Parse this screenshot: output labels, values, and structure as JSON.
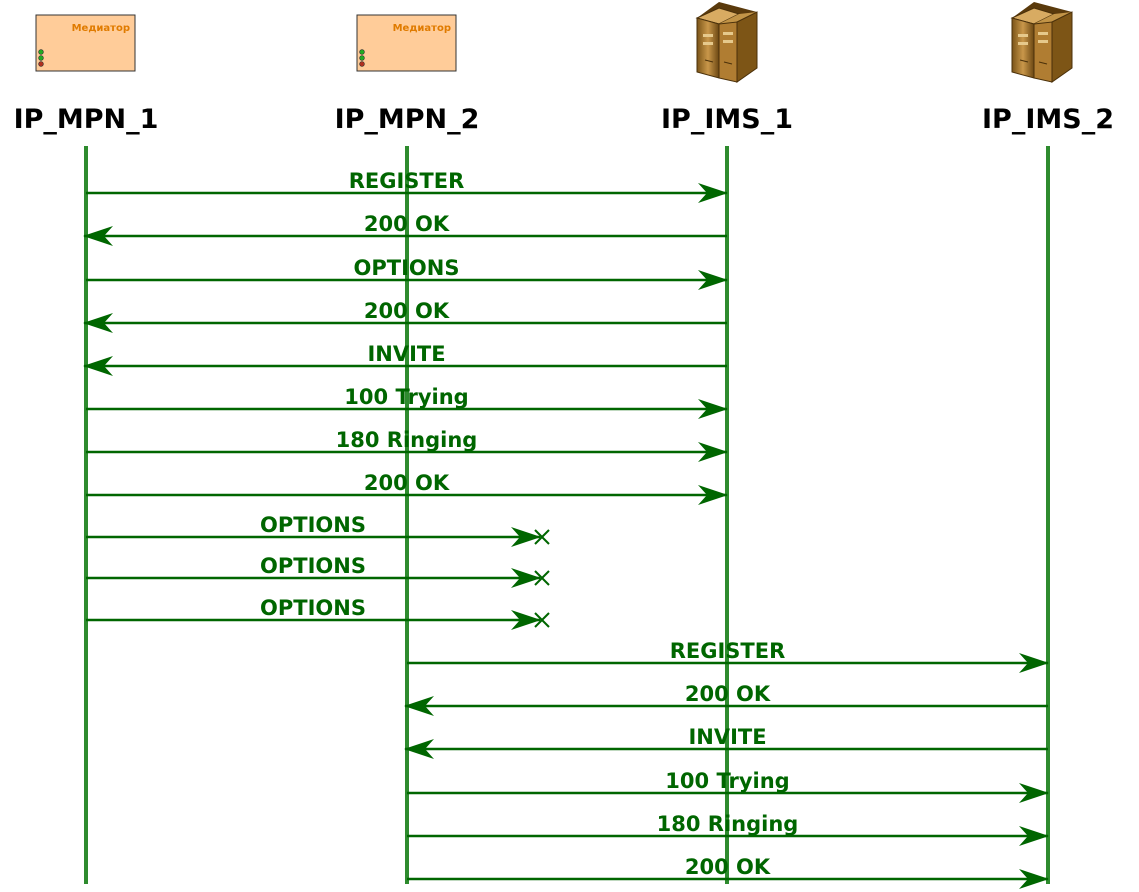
{
  "colors": {
    "lifeline": "#2e8b2e",
    "message": "#006600",
    "mediator_fill": "#ffcc99",
    "mediator_text": "#e07b00",
    "server_body": "#a0742c"
  },
  "participants": [
    {
      "id": "p1",
      "name": "IP_MPN_1",
      "icon": "mediator-device-icon",
      "caption": "Медиатор"
    },
    {
      "id": "p2",
      "name": "IP_MPN_2",
      "icon": "mediator-device-icon",
      "caption": "Медиатор"
    },
    {
      "id": "p3",
      "name": "IP_IMS_1",
      "icon": "server-tower-icon",
      "caption": ""
    },
    {
      "id": "p4",
      "name": "IP_IMS_2",
      "icon": "server-tower-icon",
      "caption": ""
    }
  ],
  "messages": [
    {
      "label": "REGISTER",
      "from": "IP_MPN_1",
      "to": "IP_IMS_1",
      "lost": false
    },
    {
      "label": "200 OK",
      "from": "IP_IMS_1",
      "to": "IP_MPN_1",
      "lost": false
    },
    {
      "label": "OPTIONS",
      "from": "IP_MPN_1",
      "to": "IP_IMS_1",
      "lost": false
    },
    {
      "label": "200 OK",
      "from": "IP_IMS_1",
      "to": "IP_MPN_1",
      "lost": false
    },
    {
      "label": "INVITE",
      "from": "IP_IMS_1",
      "to": "IP_MPN_1",
      "lost": false
    },
    {
      "label": "100 Trying",
      "from": "IP_MPN_1",
      "to": "IP_IMS_1",
      "lost": false
    },
    {
      "label": "180 Ringing",
      "from": "IP_MPN_1",
      "to": "IP_IMS_1",
      "lost": false
    },
    {
      "label": "200 OK",
      "from": "IP_MPN_1",
      "to": "IP_IMS_1",
      "lost": false
    },
    {
      "label": "OPTIONS",
      "from": "IP_MPN_1",
      "to": "",
      "lost": true
    },
    {
      "label": "OPTIONS",
      "from": "IP_MPN_1",
      "to": "",
      "lost": true
    },
    {
      "label": "OPTIONS",
      "from": "IP_MPN_1",
      "to": "",
      "lost": true
    },
    {
      "label": "REGISTER",
      "from": "IP_MPN_2",
      "to": "IP_IMS_2",
      "lost": false
    },
    {
      "label": "200 OK",
      "from": "IP_IMS_2",
      "to": "IP_MPN_2",
      "lost": false
    },
    {
      "label": "INVITE",
      "from": "IP_IMS_2",
      "to": "IP_MPN_2",
      "lost": false
    },
    {
      "label": "100 Trying",
      "from": "IP_MPN_2",
      "to": "IP_IMS_2",
      "lost": false
    },
    {
      "label": "180 Ringing",
      "from": "IP_MPN_2",
      "to": "IP_IMS_2",
      "lost": false
    },
    {
      "label": "200 OK",
      "from": "IP_MPN_2",
      "to": "IP_IMS_2",
      "lost": false
    }
  ]
}
